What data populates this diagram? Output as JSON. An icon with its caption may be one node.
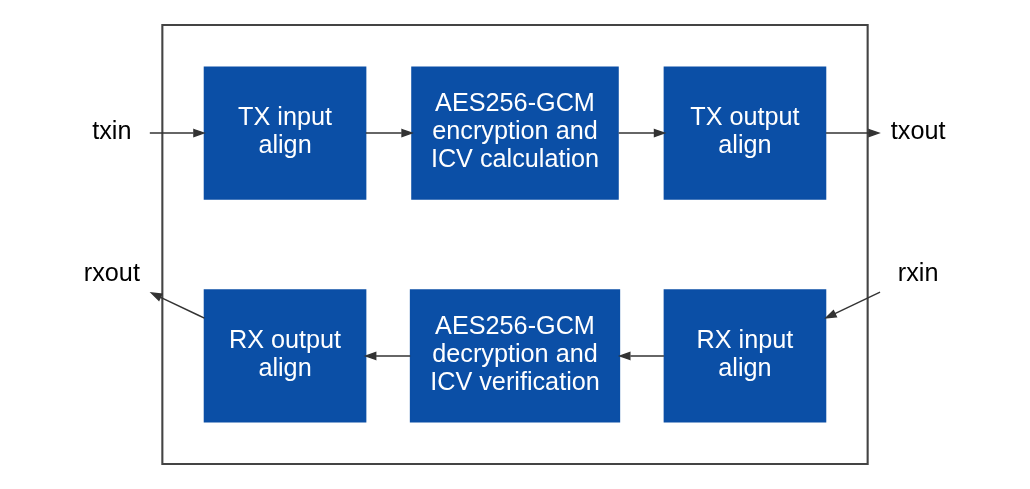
{
  "diagram": {
    "nodes": [
      {
        "text": [],
        "shape": "box"
      },
      {
        "text": [
          "TX input align"
        ],
        "in": 0
      },
      {
        "text": [
          "AES256-GCM encryption and ICV calculation"
        ],
        "in": 0
      },
      {
        "text": [
          "TX output align"
        ],
        "in": 0
      },
      {
        "text": [
          "RX output align"
        ],
        "in": 0
      },
      {
        "text": [
          "AES256-GCM decryption and ICV verification"
        ],
        "in": 0
      },
      {
        "text": [
          "RX input align"
        ],
        "in": 0
      },
      {
        "text": [
          "txin"
        ]
      },
      {
        "text": [
          "txout"
        ]
      },
      {
        "text": [
          "rxout"
        ]
      },
      {
        "text": [
          "rxin"
        ]
      }
    ],
    "edges": [
      {
        "from": 7,
        "to": 1,
        "arrow": "to"
      },
      {
        "from": 1,
        "to": 2,
        "arrow": "to"
      },
      {
        "from": 2,
        "to": 3,
        "arrow": "to"
      },
      {
        "from": 3,
        "to": 8,
        "arrow": "to"
      },
      {
        "from": 10,
        "to": 6,
        "arrow": "to"
      },
      {
        "from": 6,
        "to": 5,
        "arrow": "to"
      },
      {
        "from": 5,
        "to": 4,
        "arrow": "to"
      },
      {
        "from": 4,
        "to": 9,
        "arrow": "to"
      }
    ]
  }
}
